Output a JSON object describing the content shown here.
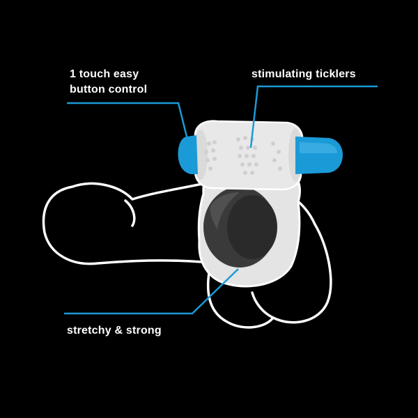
{
  "callouts": {
    "button_control": {
      "line1": "1 touch easy",
      "line2": "button control"
    },
    "ticklers": {
      "label": "stimulating ticklers"
    },
    "stretchy": {
      "label": "stretchy & strong"
    }
  },
  "colors": {
    "background": "#000000",
    "accent_blue": "#1b9ad8",
    "outline": "#ffffff",
    "ring_fill": "#e4e4e4",
    "ring_opening": "#3a3a3a"
  }
}
